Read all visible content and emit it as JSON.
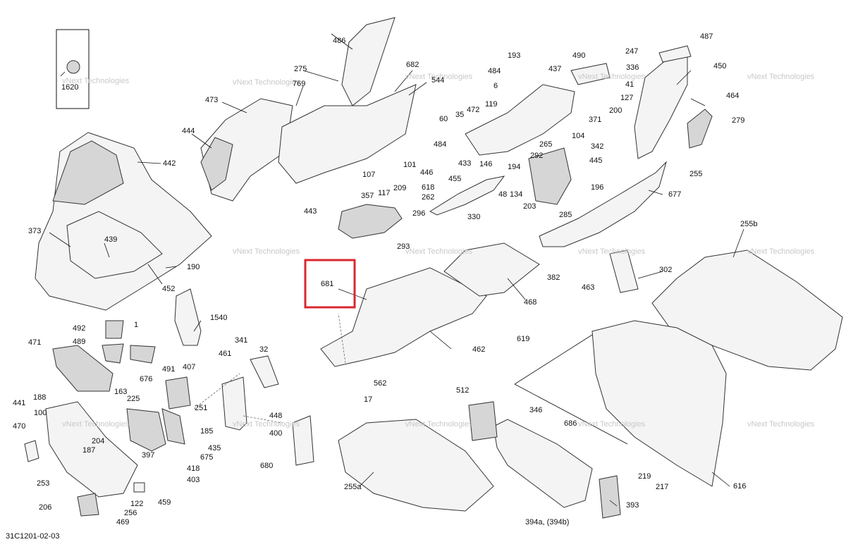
{
  "diagram": {
    "reference_code": "31C1201-02-03",
    "highlighted_part": "681",
    "highlight_color": "#d9282f",
    "watermark_text": "vNext Technologies",
    "callouts": [
      "486",
      "682",
      "544",
      "275",
      "769",
      "473",
      "444",
      "442",
      "373",
      "439",
      "452",
      "190",
      "193",
      "484",
      "6",
      "490",
      "437",
      "247",
      "336",
      "41",
      "127",
      "487",
      "450",
      "464",
      "279",
      "200",
      "255",
      "472",
      "119",
      "35",
      "60",
      "484",
      "433",
      "146",
      "292",
      "265",
      "104",
      "342",
      "371",
      "445",
      "194",
      "48",
      "134",
      "203",
      "285",
      "196",
      "677",
      "101",
      "446",
      "107",
      "618",
      "209",
      "117",
      "357",
      "262",
      "296",
      "455",
      "330",
      "443",
      "293",
      "681",
      "468",
      "255b",
      "382",
      "463",
      "302",
      "492",
      "1",
      "489",
      "1540",
      "471",
      "491",
      "407",
      "676",
      "163",
      "225",
      "341",
      "32",
      "461",
      "188",
      "441",
      "100",
      "470",
      "251",
      "448",
      "400",
      "185",
      "435",
      "675",
      "418",
      "204",
      "187",
      "397",
      "403",
      "253",
      "206",
      "122",
      "256",
      "469",
      "459",
      "680",
      "562",
      "17",
      "462",
      "619",
      "512",
      "346",
      "686",
      "219",
      "217",
      "616",
      "255a",
      "394a, (394b)",
      "393",
      "1620"
    ]
  }
}
